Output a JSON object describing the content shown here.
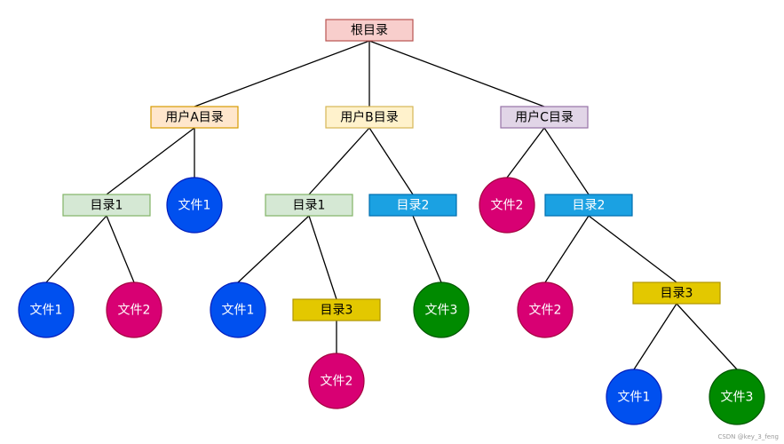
{
  "diagram": {
    "root": {
      "label": "根目录",
      "children": [
        {
          "label": "用户A目录",
          "children": [
            {
              "label": "目录1",
              "children": [
                {
                  "label": "文件1"
                },
                {
                  "label": "文件2"
                }
              ]
            },
            {
              "label": "文件1"
            }
          ]
        },
        {
          "label": "用户B目录",
          "children": [
            {
              "label": "目录1",
              "children": [
                {
                  "label": "文件1"
                },
                {
                  "label": "目录3",
                  "children": [
                    {
                      "label": "文件2"
                    }
                  ]
                }
              ]
            },
            {
              "label": "目录2",
              "children": [
                {
                  "label": "文件3"
                }
              ]
            }
          ]
        },
        {
          "label": "用户C目录",
          "children": [
            {
              "label": "文件2"
            },
            {
              "label": "目录2",
              "children": [
                {
                  "label": "文件2"
                },
                {
                  "label": "目录3",
                  "children": [
                    {
                      "label": "文件1"
                    },
                    {
                      "label": "文件3"
                    }
                  ]
                }
              ]
            }
          ]
        }
      ]
    },
    "colors": {
      "root": {
        "fill": "#f8cecc",
        "stroke": "#b85450",
        "text": "#000000"
      },
      "userA": {
        "fill": "#ffe6cc",
        "stroke": "#d79b00",
        "text": "#000000"
      },
      "userB": {
        "fill": "#fff2cc",
        "stroke": "#d6b656",
        "text": "#000000"
      },
      "userC": {
        "fill": "#e1d5e7",
        "stroke": "#9673a6",
        "text": "#000000"
      },
      "dir1": {
        "fill": "#d5e8d4",
        "stroke": "#82b366",
        "text": "#000000"
      },
      "dir2": {
        "fill": "#1ba1e2",
        "stroke": "#006eaf",
        "text": "#ffffff"
      },
      "dir3": {
        "fill": "#e3c800",
        "stroke": "#b09500",
        "text": "#000000"
      },
      "file1": {
        "fill": "#0050ef",
        "stroke": "#001dbc",
        "text": "#ffffff"
      },
      "file2": {
        "fill": "#d80073",
        "stroke": "#a50040",
        "text": "#ffffff"
      },
      "file3": {
        "fill": "#008a00",
        "stroke": "#005700",
        "text": "#ffffff"
      },
      "edge": "#000000"
    }
  },
  "watermark": "CSDN @key_3_feng"
}
